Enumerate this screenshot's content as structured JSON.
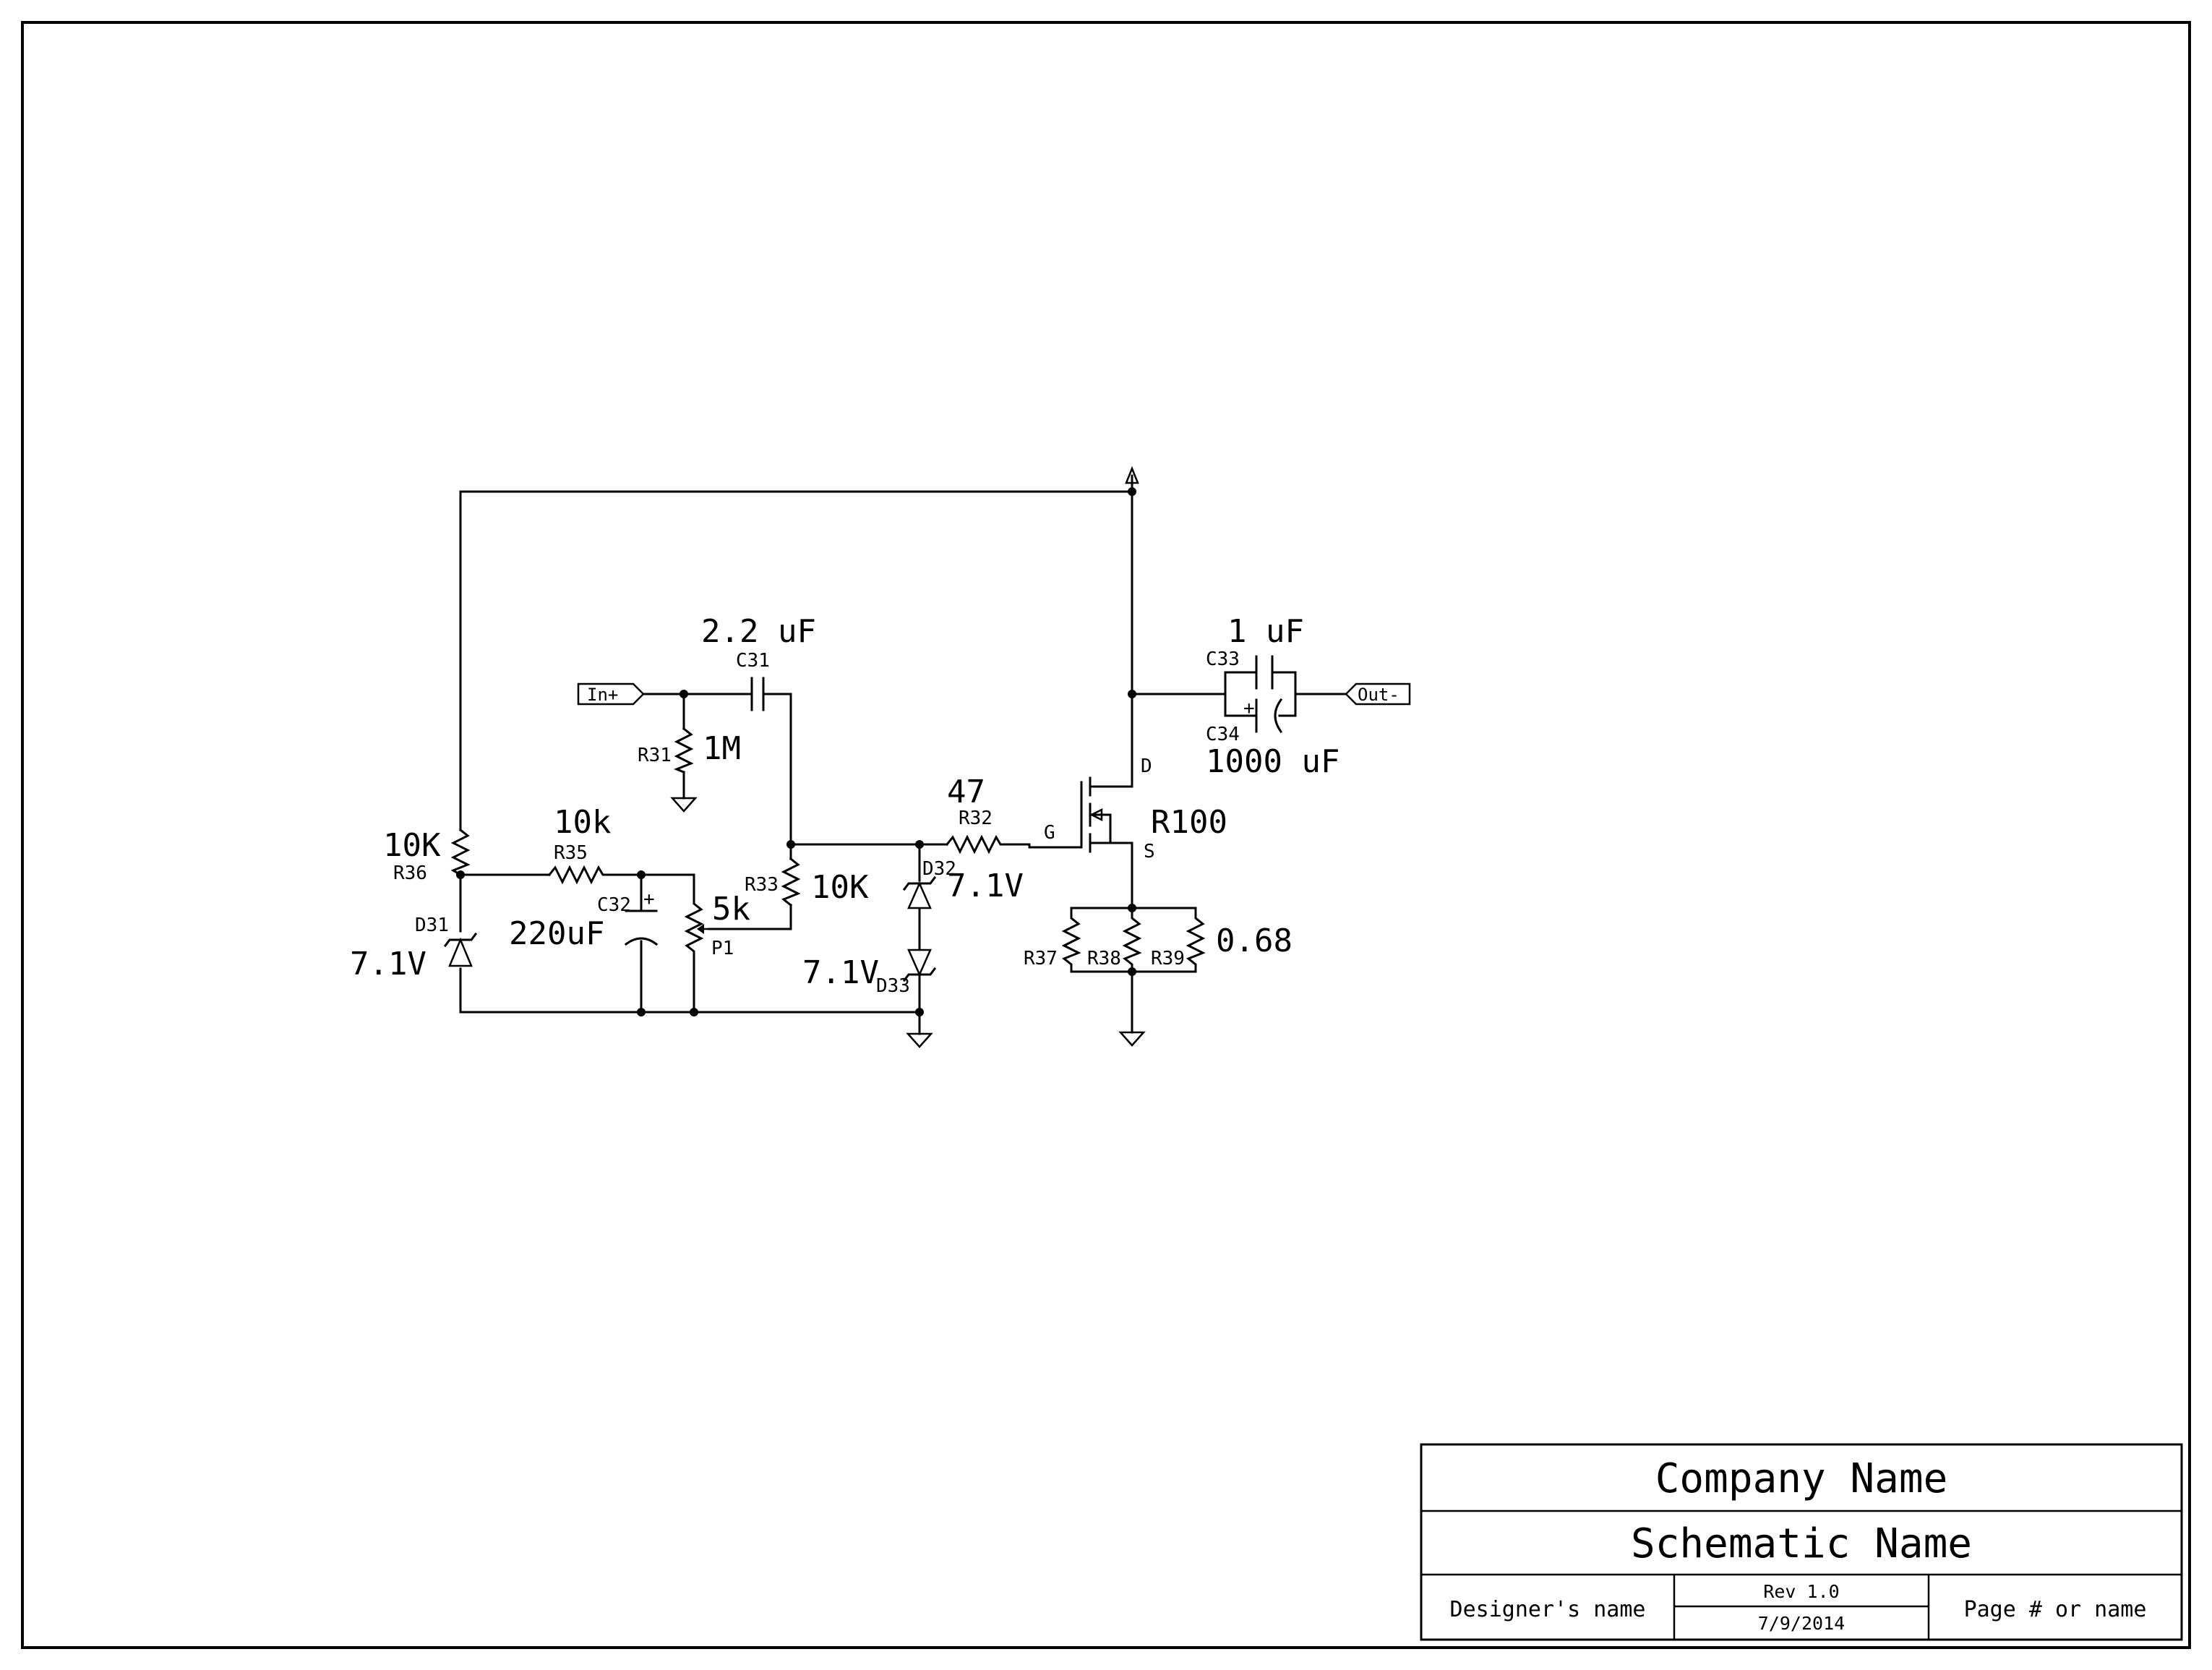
{
  "components": {
    "C31": {
      "ref": "C31",
      "value": "2.2 uF"
    },
    "R31": {
      "ref": "R31",
      "value": "1M"
    },
    "R36": {
      "ref": "R36",
      "value": "10K"
    },
    "R35": {
      "ref": "R35",
      "value": "10k"
    },
    "C32": {
      "ref": "C32",
      "value": "220uF"
    },
    "P1": {
      "ref": "P1",
      "value": "5k"
    },
    "R33": {
      "ref": "R33",
      "value": "10K"
    },
    "D31": {
      "ref": "D31",
      "value": "7.1V"
    },
    "D32": {
      "ref": "D32",
      "value": "7.1V"
    },
    "D33": {
      "ref": "D33",
      "value": "7.1V"
    },
    "R32": {
      "ref": "R32",
      "value": "47"
    },
    "Q1": {
      "value": "R100",
      "gate": "G",
      "drain": "D",
      "source": "S"
    },
    "R37": {
      "ref": "R37"
    },
    "R38": {
      "ref": "R38"
    },
    "R39": {
      "ref": "R39",
      "value": "0.68"
    },
    "C33": {
      "ref": "C33",
      "value": "1 uF"
    },
    "C34": {
      "ref": "C34",
      "value": "1000 uF",
      "polarity": "+"
    }
  },
  "ports": {
    "in": "In+",
    "out": "Out-"
  },
  "c32_polarity": "+",
  "title_block": {
    "company": "Company Name",
    "schematic": "Schematic Name",
    "designer": "Designer's name",
    "rev": "Rev 1.0",
    "date": "7/9/2014",
    "page": "Page # or name"
  }
}
